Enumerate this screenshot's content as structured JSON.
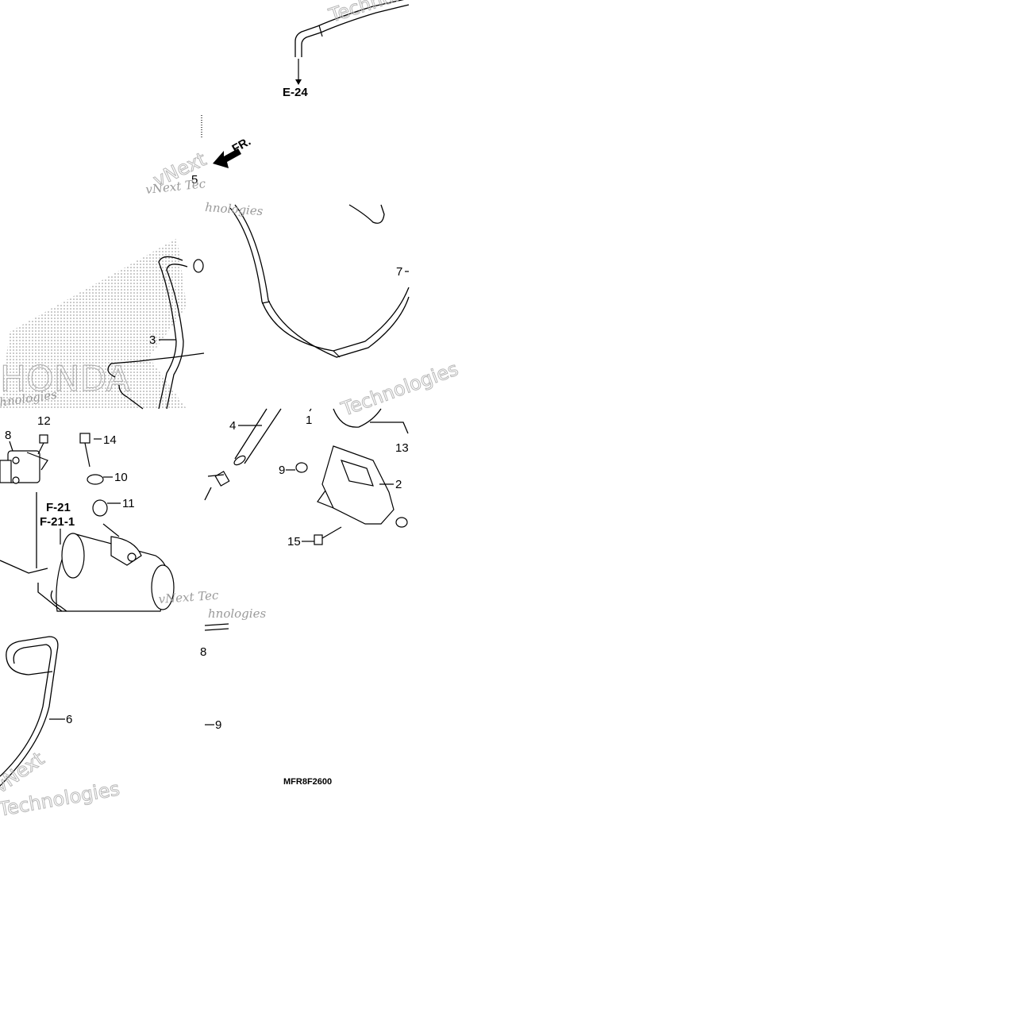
{
  "diagram": {
    "code": "MFR8F2600",
    "ref_top": "E-24",
    "ref_mid": [
      "F-21",
      "F-21-1"
    ],
    "direction": "FR.",
    "watermark_lines": [
      "vNext Tec",
      "hnologies",
      "vNext",
      "Technologies"
    ],
    "logo_text": "HONDA",
    "part_labels": {
      "p1": "1",
      "p2": "2",
      "p3": "3",
      "p4": "4",
      "p5": "5",
      "p6": "6",
      "p7": "7",
      "p8": "8",
      "p9a": "9",
      "p9b": "9",
      "p10": "10",
      "p11": "11",
      "p12": "12",
      "p13": "13",
      "p14": "14",
      "p15": "15",
      "p8b": "8"
    }
  }
}
